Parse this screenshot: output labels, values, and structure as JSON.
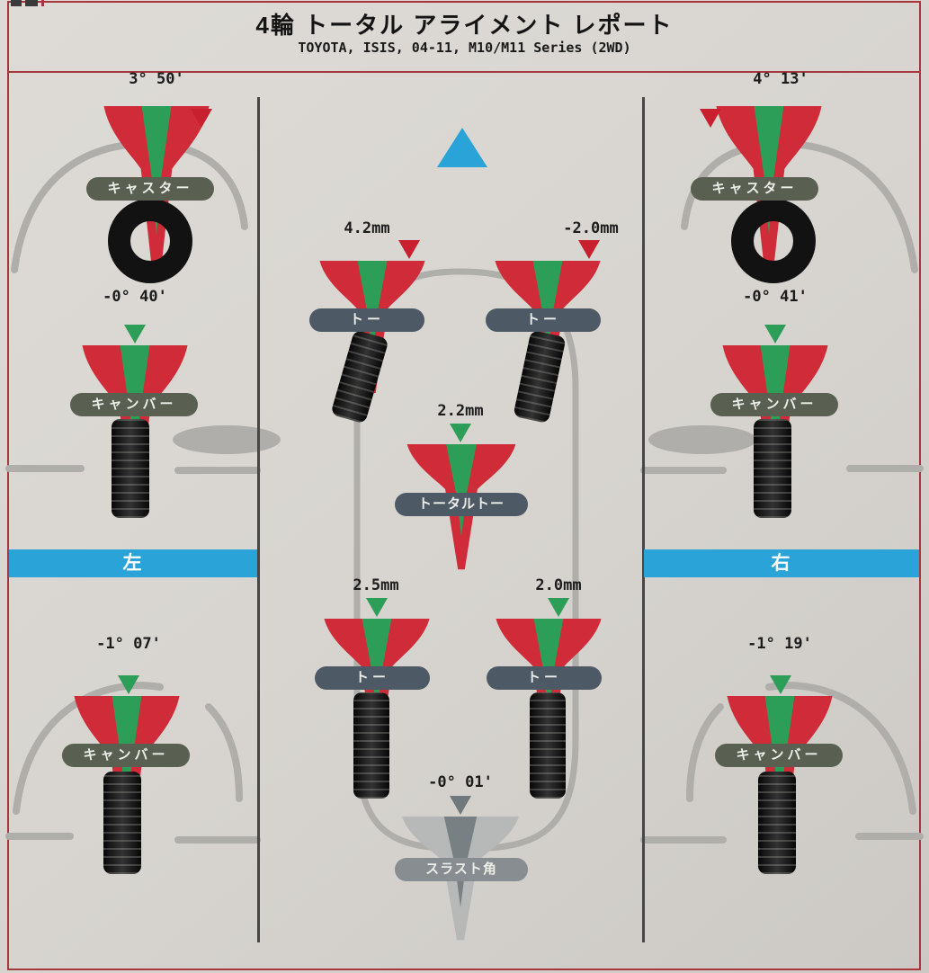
{
  "header": {
    "title": "4輪 トータル アライメント レポート",
    "subtitle": "TOYOTA, ISIS, 04-11, M10/M11 Series (2WD)"
  },
  "left": {
    "side_label": "左",
    "caster": {
      "value": "3° 50'",
      "label": "キャスター"
    },
    "camber_front": {
      "value": "-0° 40'",
      "label": "キャンバー"
    },
    "camber_rear": {
      "value": "-1° 07'",
      "label": "キャンバー"
    }
  },
  "right": {
    "side_label": "右",
    "caster": {
      "value": "4° 13'",
      "label": "キャスター"
    },
    "camber_front": {
      "value": "-0° 41'",
      "label": "キャンバー"
    },
    "camber_rear": {
      "value": "-1° 19'",
      "label": "キャンバー"
    }
  },
  "toe": {
    "front_left": {
      "value": "4.2mm",
      "label": "トー"
    },
    "front_right": {
      "value": "-2.0mm",
      "label": "トー"
    },
    "total_front": {
      "value": "2.2mm",
      "label": "トータルトー"
    },
    "rear_left": {
      "value": "2.5mm",
      "label": "トー"
    },
    "rear_right": {
      "value": "2.0mm",
      "label": "トー"
    }
  },
  "thrust": {
    "value": "-0° 01'",
    "label": "スラスト角"
  },
  "colors": {
    "border_red": "#a8363e",
    "gauge_red": "#cf2b38",
    "gauge_green": "#2d9e58",
    "accent_blue": "#2aa3d8",
    "tire_black": "#141414"
  }
}
